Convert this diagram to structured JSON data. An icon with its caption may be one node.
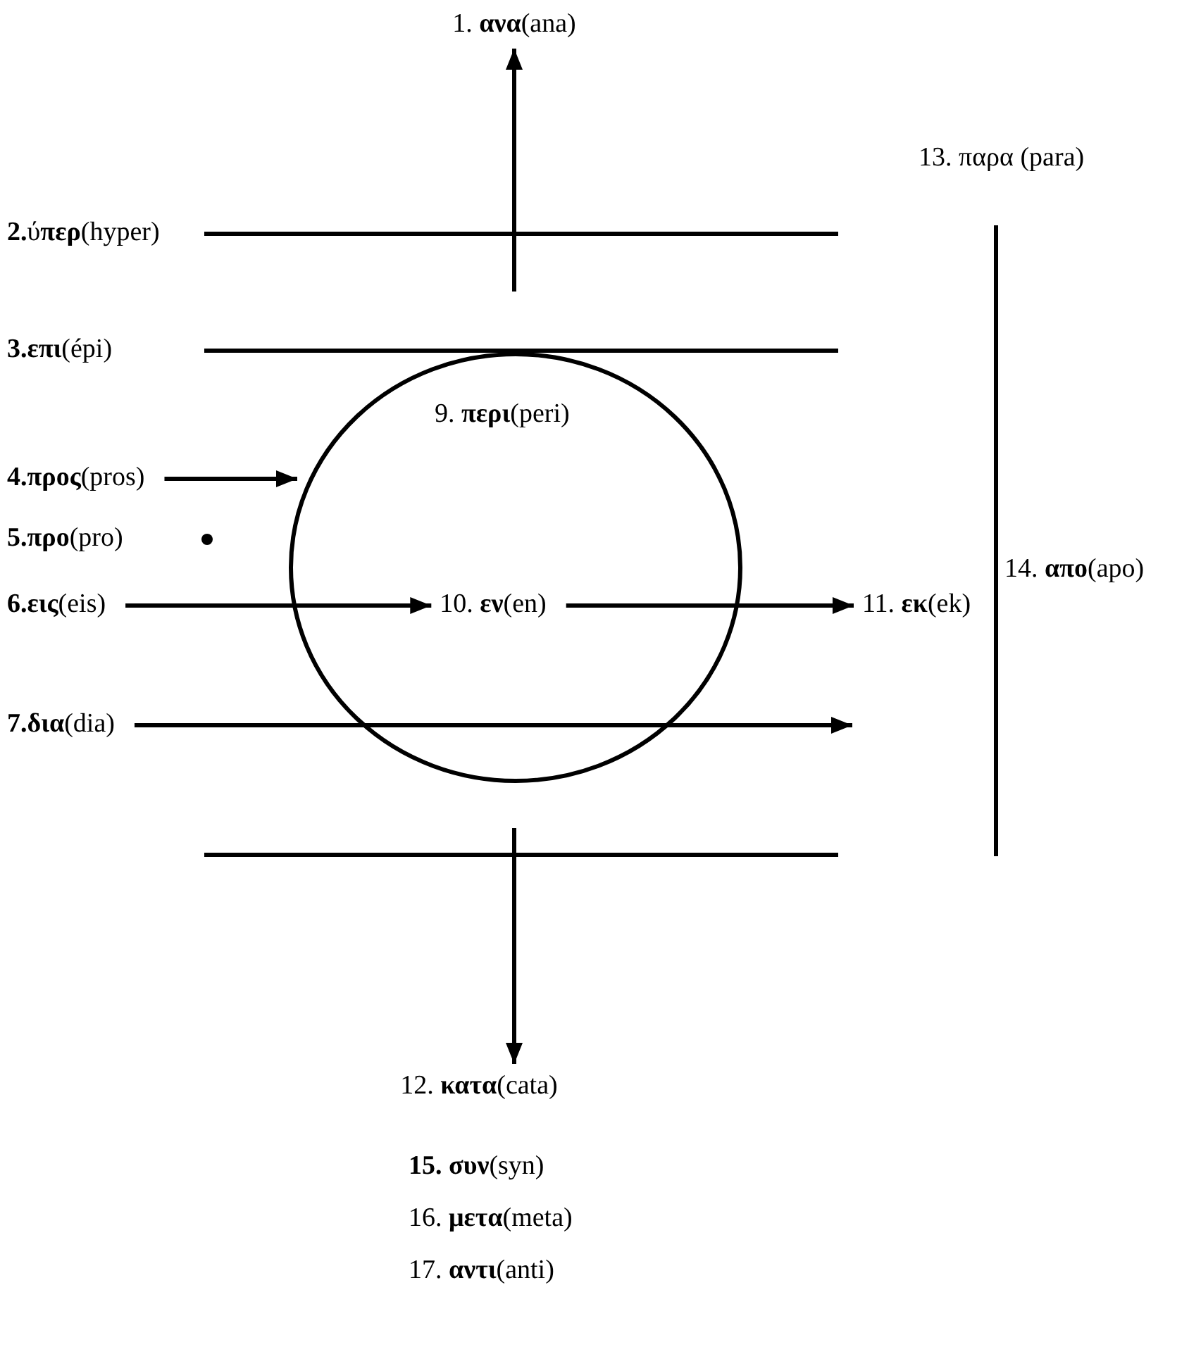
{
  "diagram": {
    "nodes": [
      {
        "text": [
          "1. **ανα**(ana)"
        ]
      },
      {
        "text": [
          "9. **περι**(peri)"
        ]
      },
      {
        "text": [
          "**4.προς**(pros)"
        ]
      },
      {
        "text": [
          "**6.εις**(eis)"
        ]
      },
      {
        "text": [
          "10. **εν**(en)"
        ],
        "in": 1
      },
      {
        "text": [
          "11. **εκ**(ek)"
        ]
      },
      {
        "text": [
          "**7.δια**(dia)"
        ]
      },
      {
        "text": [
          "12. **κατα**(cata)"
        ]
      }
    ],
    "edges": [
      {
        "from": null,
        "to": 0,
        "arrow": "to"
      },
      {
        "from": 2,
        "to": 1,
        "arrow": "to"
      },
      {
        "from": 3,
        "to": 4,
        "arrow": "to"
      },
      {
        "from": 4,
        "to": 5,
        "arrow": "to"
      },
      {
        "from": 6,
        "to": null,
        "arrow": "to"
      },
      {
        "from": null,
        "to": 7,
        "arrow": "to"
      }
    ],
    "labels": [
      "13. παρα (para)",
      "**2.**ύ**περ**(hyper)",
      "**3.επι**(épi)",
      "**5.προ**(pro)",
      "14. **απο**(apo)",
      "**15.** **συν**(syn)",
      "16. **μετα**(meta)",
      "17. **αντι**(anti)"
    ]
  }
}
